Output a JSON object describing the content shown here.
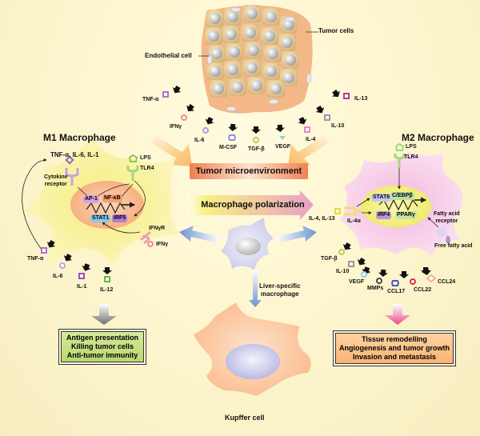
{
  "tumor": {
    "tumor_cells_label": "Tumor cells",
    "endothelial_label": "Endothelial cell"
  },
  "secreted_factors": {
    "m1_side": [
      {
        "label": "TNF-α",
        "color": "#b36fc9",
        "shape": "square"
      },
      {
        "label": "IFNγ",
        "color": "#f08a9a",
        "shape": "circle"
      },
      {
        "label": "IL-6",
        "color": "#b896d8",
        "shape": "circle"
      }
    ],
    "center": [
      {
        "label": "M-CSF",
        "color": "#9a8fd8",
        "shape": "hexagon"
      },
      {
        "label": "TGF-β",
        "color": "#b8d24a",
        "shape": "circle"
      },
      {
        "label": "VEGF",
        "color": "#8fd0e0",
        "shape": "triangle"
      }
    ],
    "m2_side": [
      {
        "label": "IL-4",
        "color": "#e08ad0",
        "shape": "square"
      },
      {
        "label": "IL-10",
        "color": "#999999",
        "shape": "square"
      },
      {
        "label": "IL-13",
        "color": "#b03c9c",
        "shape": "square"
      }
    ]
  },
  "banners": {
    "tumor_microenvironment": "Tumor microenvironment",
    "macrophage_polarization": "Macrophage polarization"
  },
  "m1": {
    "title": "M1 Macrophage",
    "cytokine_loop_label": "TNF-α, IL-6, IL-1",
    "cytokine_receptor_label": "Cytokine\nreceptor",
    "lps_label": "LPS",
    "tlr4_label": "TLR4",
    "ifngr_label": "IFNγR",
    "ifng_label": "IFNγ",
    "transcription_factors": [
      "AP-1",
      "NF-κB",
      "STAT1",
      "IRF5"
    ],
    "outputs": [
      {
        "label": "TNF-α",
        "color": "#b36fc9"
      },
      {
        "label": "IL-6",
        "color": "#c8a0e0"
      },
      {
        "label": "IL-1",
        "color": "#9a4fb8"
      },
      {
        "label": "IL-12",
        "color": "#6ab84a"
      }
    ],
    "functions": [
      "Antigen presentation",
      "Killing tumor cells",
      "Anti-tumor immunity"
    ]
  },
  "m2": {
    "title": "M2 Macrophage",
    "lps_label": "LPS",
    "tlr4_label": "TLR4",
    "il4_il13_label": "IL-4, IL-13",
    "il4a_label": "IL-4α",
    "fatty_acid_receptor_label": "Fatty acid\nreceptor",
    "free_fatty_acid_label": "Free fatty acid",
    "transcription_factors": [
      "STAT6",
      "C/EBPβ",
      "IRF4",
      "PPARγ"
    ],
    "outputs": [
      {
        "label": "TGF-β",
        "color": "#b8d24a"
      },
      {
        "label": "IL-10",
        "color": "#999999"
      },
      {
        "label": "VEGF",
        "color": "#8fd0e0"
      },
      {
        "label": "MMPs",
        "color": "#444444"
      },
      {
        "label": "CCL17",
        "color": "#4a5ab0"
      },
      {
        "label": "CCL22",
        "color": "#e03040"
      },
      {
        "label": "CCL24",
        "color": "#f4a080"
      }
    ],
    "functions": [
      "Tissue remodelling",
      "Angiogenesis and tumor growth",
      "Invasion and metastasis"
    ]
  },
  "kupffer": {
    "arrow_label": "Liver-specific\nmacrophage",
    "cell_label": "Kupffer cell"
  },
  "colors": {
    "m1_cell": "#f5ec6a",
    "m2_cell": "#f6c8e6",
    "kupffer_cell": "#fbb98a",
    "monocyte": "#d8d8f0",
    "m1_result_box": "#c4dc80",
    "m2_result_box": "#fbc48a",
    "blue_arrow": "#6f93d0"
  }
}
